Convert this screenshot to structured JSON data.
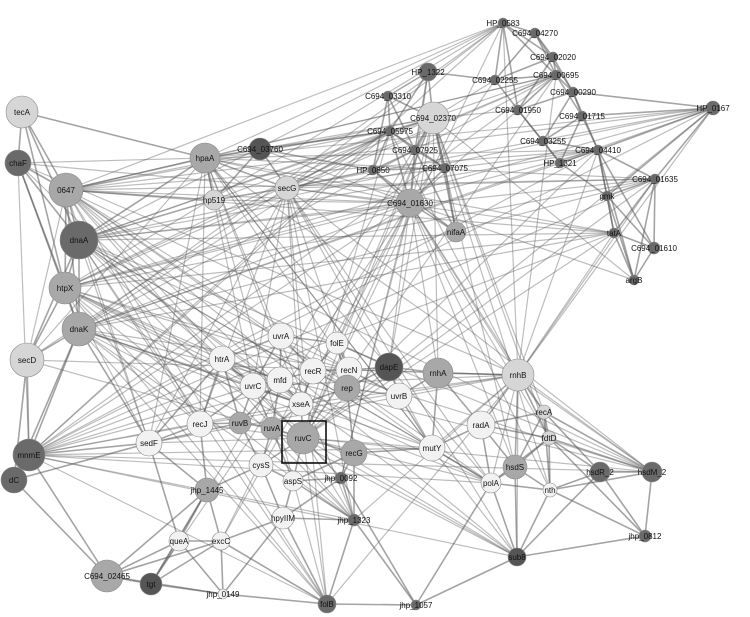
{
  "colors": {
    "background": "#ffffff",
    "edge": "#5a5a5a",
    "node_white": "#f2f2f2",
    "node_light": "#d6d6d6",
    "node_mid": "#a8a8a8",
    "node_dark": "#6a6a6a",
    "node_darker": "#555555",
    "label": "#111111",
    "highlight_box": "#111111"
  },
  "graph": {
    "highlighted_node": "ruvC",
    "nodes": [
      {
        "id": "HP_0583"
      },
      {
        "id": "C694_04270"
      },
      {
        "id": "HP_1322"
      },
      {
        "id": "C694_02020"
      },
      {
        "id": "C694_00695"
      },
      {
        "id": "C694_03310"
      },
      {
        "id": "C694_02255"
      },
      {
        "id": "C694_00290"
      },
      {
        "id": "HP_0167"
      },
      {
        "id": "C694_02370"
      },
      {
        "id": "C694_01950"
      },
      {
        "id": "C694_01715"
      },
      {
        "id": "C694_05975"
      },
      {
        "id": "C694_03255"
      },
      {
        "id": "C694_03760"
      },
      {
        "id": "C694_07925"
      },
      {
        "id": "C694_04410"
      },
      {
        "id": "HP_1321"
      },
      {
        "id": "C694_07075"
      },
      {
        "id": "HP_0850"
      },
      {
        "id": "C694_01635"
      },
      {
        "id": "hpaA"
      },
      {
        "id": "0647"
      },
      {
        "id": "secG"
      },
      {
        "id": "C694_01630"
      },
      {
        "id": "gmk"
      },
      {
        "id": "hp519"
      },
      {
        "id": "nifaA"
      },
      {
        "id": "tatA"
      },
      {
        "id": "C694_01610"
      },
      {
        "id": "argB"
      },
      {
        "id": "tecA"
      },
      {
        "id": "chaF"
      },
      {
        "id": "dnaA"
      },
      {
        "id": "htpX"
      },
      {
        "id": "dnaK"
      },
      {
        "id": "secD"
      },
      {
        "id": "uvrA"
      },
      {
        "id": "folE"
      },
      {
        "id": "htrA"
      },
      {
        "id": "recN"
      },
      {
        "id": "recR"
      },
      {
        "id": "dapE"
      },
      {
        "id": "mfd"
      },
      {
        "id": "uvrC"
      },
      {
        "id": "rep"
      },
      {
        "id": "rnhA"
      },
      {
        "id": "rnhB"
      },
      {
        "id": "xseA"
      },
      {
        "id": "uvrB"
      },
      {
        "id": "recA"
      },
      {
        "id": "ruvB"
      },
      {
        "id": "recJ"
      },
      {
        "id": "ruvA"
      },
      {
        "id": "ruvC"
      },
      {
        "id": "radA"
      },
      {
        "id": "sedF"
      },
      {
        "id": "recG"
      },
      {
        "id": "fdtD"
      },
      {
        "id": "mnmE"
      },
      {
        "id": "mutY"
      },
      {
        "id": "cysS"
      },
      {
        "id": "hsdS"
      },
      {
        "id": "hsdR_2"
      },
      {
        "id": "hsdM_2"
      },
      {
        "id": "aspS"
      },
      {
        "id": "jhp_0092"
      },
      {
        "id": "dC"
      },
      {
        "id": "polA"
      },
      {
        "id": "jhp_1445"
      },
      {
        "id": "nth"
      },
      {
        "id": "hpyIIM"
      },
      {
        "id": "jhp_1323"
      },
      {
        "id": "queA"
      },
      {
        "id": "excC"
      },
      {
        "id": "jhp_0812"
      },
      {
        "id": "sub8"
      },
      {
        "id": "C694_02465"
      },
      {
        "id": "tgt"
      },
      {
        "id": "jhp_0149"
      },
      {
        "id": "folB"
      },
      {
        "id": "jhp_1057"
      }
    ]
  }
}
